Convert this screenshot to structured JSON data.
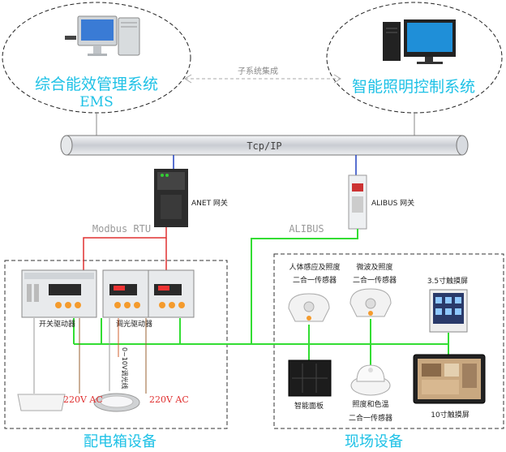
{
  "ems": {
    "title": "综合能效管理系统",
    "subtitle": "EMS"
  },
  "lighting": {
    "title": "智能照明控制系统"
  },
  "integration_label": "子系统集成",
  "bus_label": "Tcp/IP",
  "gateways": {
    "anet": "ANET 网关",
    "alibus": "ALIBUS 网关"
  },
  "links": {
    "modbus": "Modbus RTU",
    "alibus": "ALIBUS"
  },
  "drivers": {
    "switch": "开关驱动器",
    "dimmer": "调光驱动器",
    "dim_signal": "0~10V调光线"
  },
  "voltages": {
    "left": "220V AC",
    "right": "220V AC"
  },
  "field_devices": {
    "pir_line1": "人体感应及照度",
    "pir_line2": "二合一传感器",
    "microwave_line1": "微波及照度",
    "microwave_line2": "二合一传感器",
    "touch35": "3.5寸触摸屏",
    "panel": "智能面板",
    "color_line1": "照度和色温",
    "color_line2": "二合一传感器",
    "touch10": "10寸触摸屏"
  },
  "sections": {
    "distribution": "配电箱设备",
    "field": "现场设备"
  },
  "colors": {
    "cyan": "#1ec1e6",
    "green": "#33dd33",
    "red": "#e03030",
    "blue": "#2040c0"
  }
}
